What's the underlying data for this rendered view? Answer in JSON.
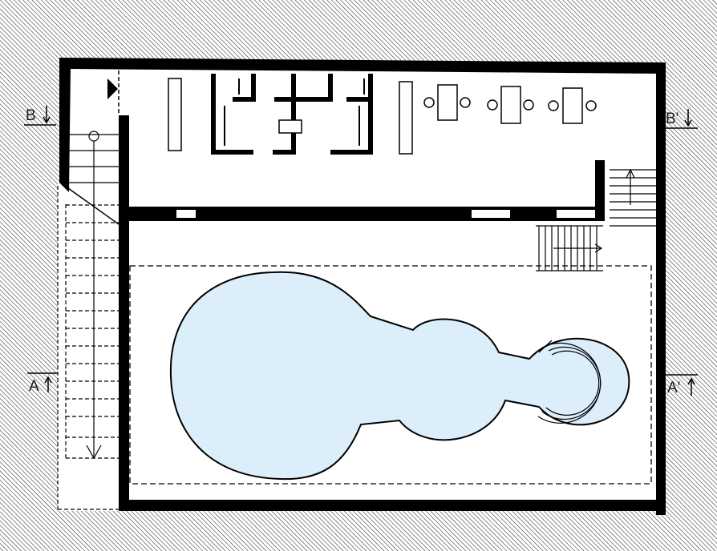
{
  "section_markers": {
    "b_left": "B",
    "b_right": "B'",
    "a_left": "A",
    "a_right": "A'"
  },
  "colors": {
    "pool_water": "#dbeefa",
    "wall": "#000000",
    "hatch": "#333333",
    "paper": "#ffffff"
  }
}
